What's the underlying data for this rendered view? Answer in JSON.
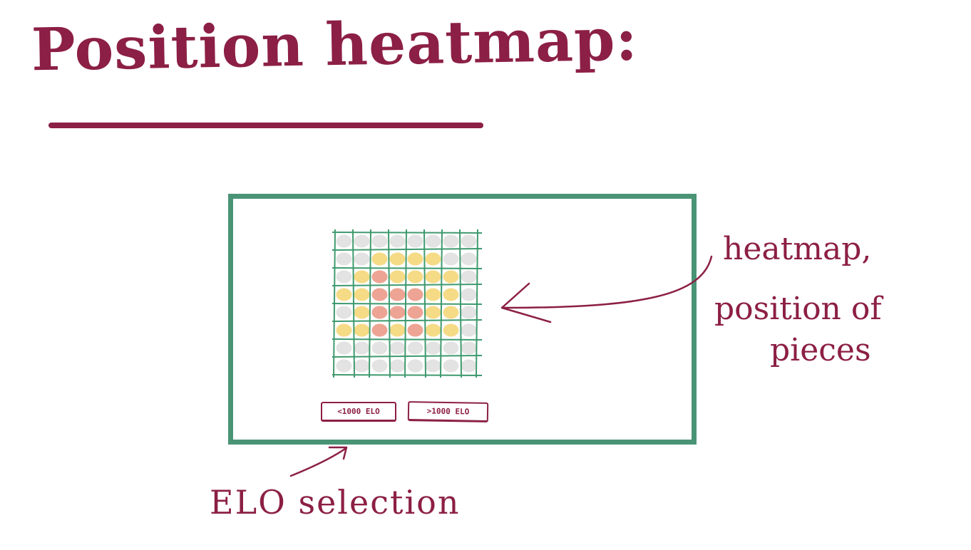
{
  "title": "Position heatmap:",
  "colors": {
    "ink": "#8c1f45",
    "frame": "#4a9476",
    "grid": "#3f9a6e",
    "cell_gray": "#d9d9d9",
    "cell_yellow": "#f5d77a",
    "cell_red": "#ec9a88"
  },
  "heatmap": {
    "rows": 8,
    "cols": 8,
    "levels": [
      [
        0,
        0,
        0,
        0,
        0,
        0,
        0,
        0
      ],
      [
        0,
        0,
        1,
        1,
        1,
        1,
        0,
        0
      ],
      [
        0,
        1,
        2,
        1,
        1,
        1,
        1,
        0
      ],
      [
        1,
        1,
        2,
        2,
        2,
        1,
        1,
        0
      ],
      [
        0,
        1,
        2,
        2,
        2,
        1,
        1,
        0
      ],
      [
        1,
        1,
        2,
        1,
        2,
        1,
        1,
        0
      ],
      [
        0,
        0,
        0,
        0,
        0,
        0,
        0,
        0
      ],
      [
        0,
        0,
        0,
        0,
        0,
        0,
        0,
        0
      ]
    ]
  },
  "buttons": {
    "low": "<1000 ELO",
    "high": ">1000 ELO"
  },
  "annotations": {
    "heatmap_line1": "heatmap,",
    "heatmap_line2": "position of",
    "heatmap_line3": "pieces",
    "elo_selection": "ELO selection"
  }
}
